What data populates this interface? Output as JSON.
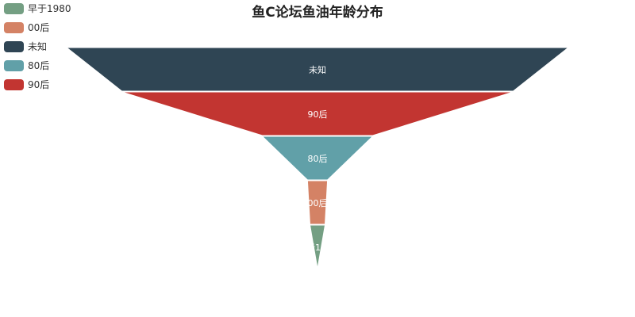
{
  "chart_data": {
    "type": "funnel",
    "title": "鱼C论坛鱼油年龄分布",
    "categories": [
      "未知",
      "90后",
      "80后",
      "00后",
      "早于1980"
    ],
    "values": [
      100,
      78,
      22,
      4,
      3
    ],
    "colors": {
      "未知": "#2f4554",
      "90后": "#c23531",
      "80后": "#61a0a8",
      "00后": "#d48265",
      "早于1980": "#749f83"
    },
    "legend": {
      "position": "top-left",
      "entries": [
        "早于1980",
        "00后",
        "未知",
        "80后",
        "90后"
      ]
    },
    "sort": "descending"
  }
}
